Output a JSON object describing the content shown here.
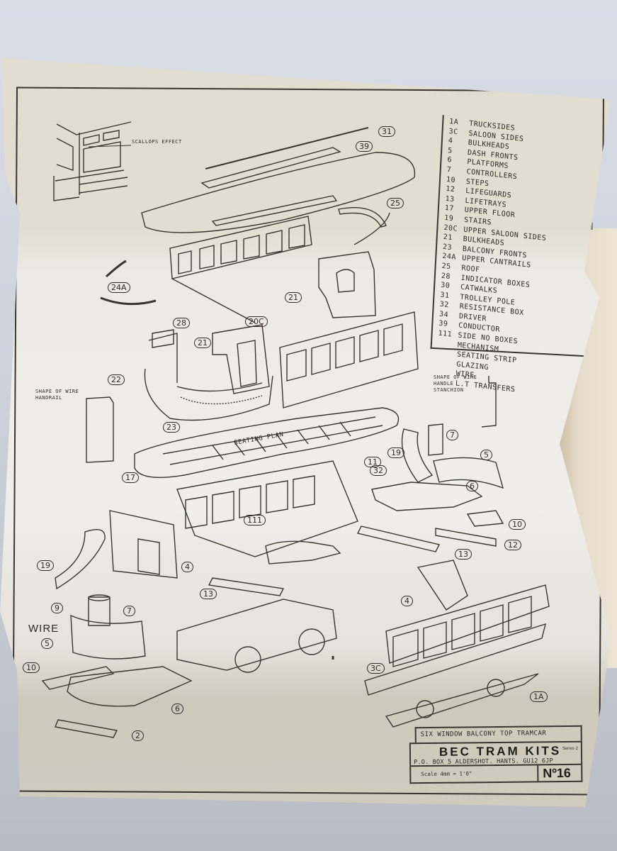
{
  "sheet": {
    "parts_list": [
      {
        "num": "1A",
        "name": "Trucksides"
      },
      {
        "num": "3C",
        "name": "Saloon Sides"
      },
      {
        "num": "4",
        "name": "Bulkheads"
      },
      {
        "num": "5",
        "name": "Dash Fronts"
      },
      {
        "num": "6",
        "name": "Platforms"
      },
      {
        "num": "7",
        "name": "Controllers"
      },
      {
        "num": "10",
        "name": "Steps"
      },
      {
        "num": "12",
        "name": "Lifeguards"
      },
      {
        "num": "13",
        "name": "Lifetrays"
      },
      {
        "num": "17",
        "name": "Upper Floor"
      },
      {
        "num": "19",
        "name": "Stairs"
      },
      {
        "num": "20C",
        "name": "Upper Saloon Sides"
      },
      {
        "num": "21",
        "name": "Bulkheads"
      },
      {
        "num": "23",
        "name": "Balcony Fronts"
      },
      {
        "num": "24A",
        "name": "Upper Cantrails"
      },
      {
        "num": "25",
        "name": "Roof"
      },
      {
        "num": "28",
        "name": "Indicator Boxes"
      },
      {
        "num": "30",
        "name": "Catwalks"
      },
      {
        "num": "31",
        "name": "Trolley Pole"
      },
      {
        "num": "32",
        "name": "Resistance Box"
      },
      {
        "num": "34",
        "name": "Driver"
      },
      {
        "num": "39",
        "name": "Conductor"
      },
      {
        "num": "111",
        "name": "Side No Boxes"
      },
      {
        "num": "",
        "name": "Mechanism"
      },
      {
        "num": "",
        "name": "Seating Strip"
      },
      {
        "num": "",
        "name": "Glazing"
      },
      {
        "num": "",
        "name": "Wire"
      },
      {
        "num": "",
        "name": "L.T Transfers"
      }
    ],
    "annotations": {
      "scallops": "Scallops effect",
      "wire_handrail": "Shape of wire handrail",
      "wire_stanchion": "Shape of wire handle stanchion",
      "seating_plan": "Seating Plan",
      "wire": "WIRE"
    },
    "callouts": [
      "31",
      "39",
      "25",
      "24A",
      "21",
      "20C",
      "28",
      "21",
      "22",
      "23",
      "17",
      "7",
      "19",
      "11",
      "32",
      "5",
      "6",
      "10",
      "12",
      "13",
      "111",
      "4",
      "19",
      "13",
      "9",
      "7",
      "5",
      "10",
      "6",
      "2",
      "4",
      "3C",
      "1A"
    ],
    "title_block": {
      "model": "Six Window Balcony Top Tramcar",
      "brand": "BEC TRAM KITS",
      "series": "Series 2",
      "address": "P.O. Box 5 Aldershot. Hants. GU12 6JP",
      "scale": "Scale 4mm = 1'0\"",
      "number": "Nº16"
    }
  }
}
